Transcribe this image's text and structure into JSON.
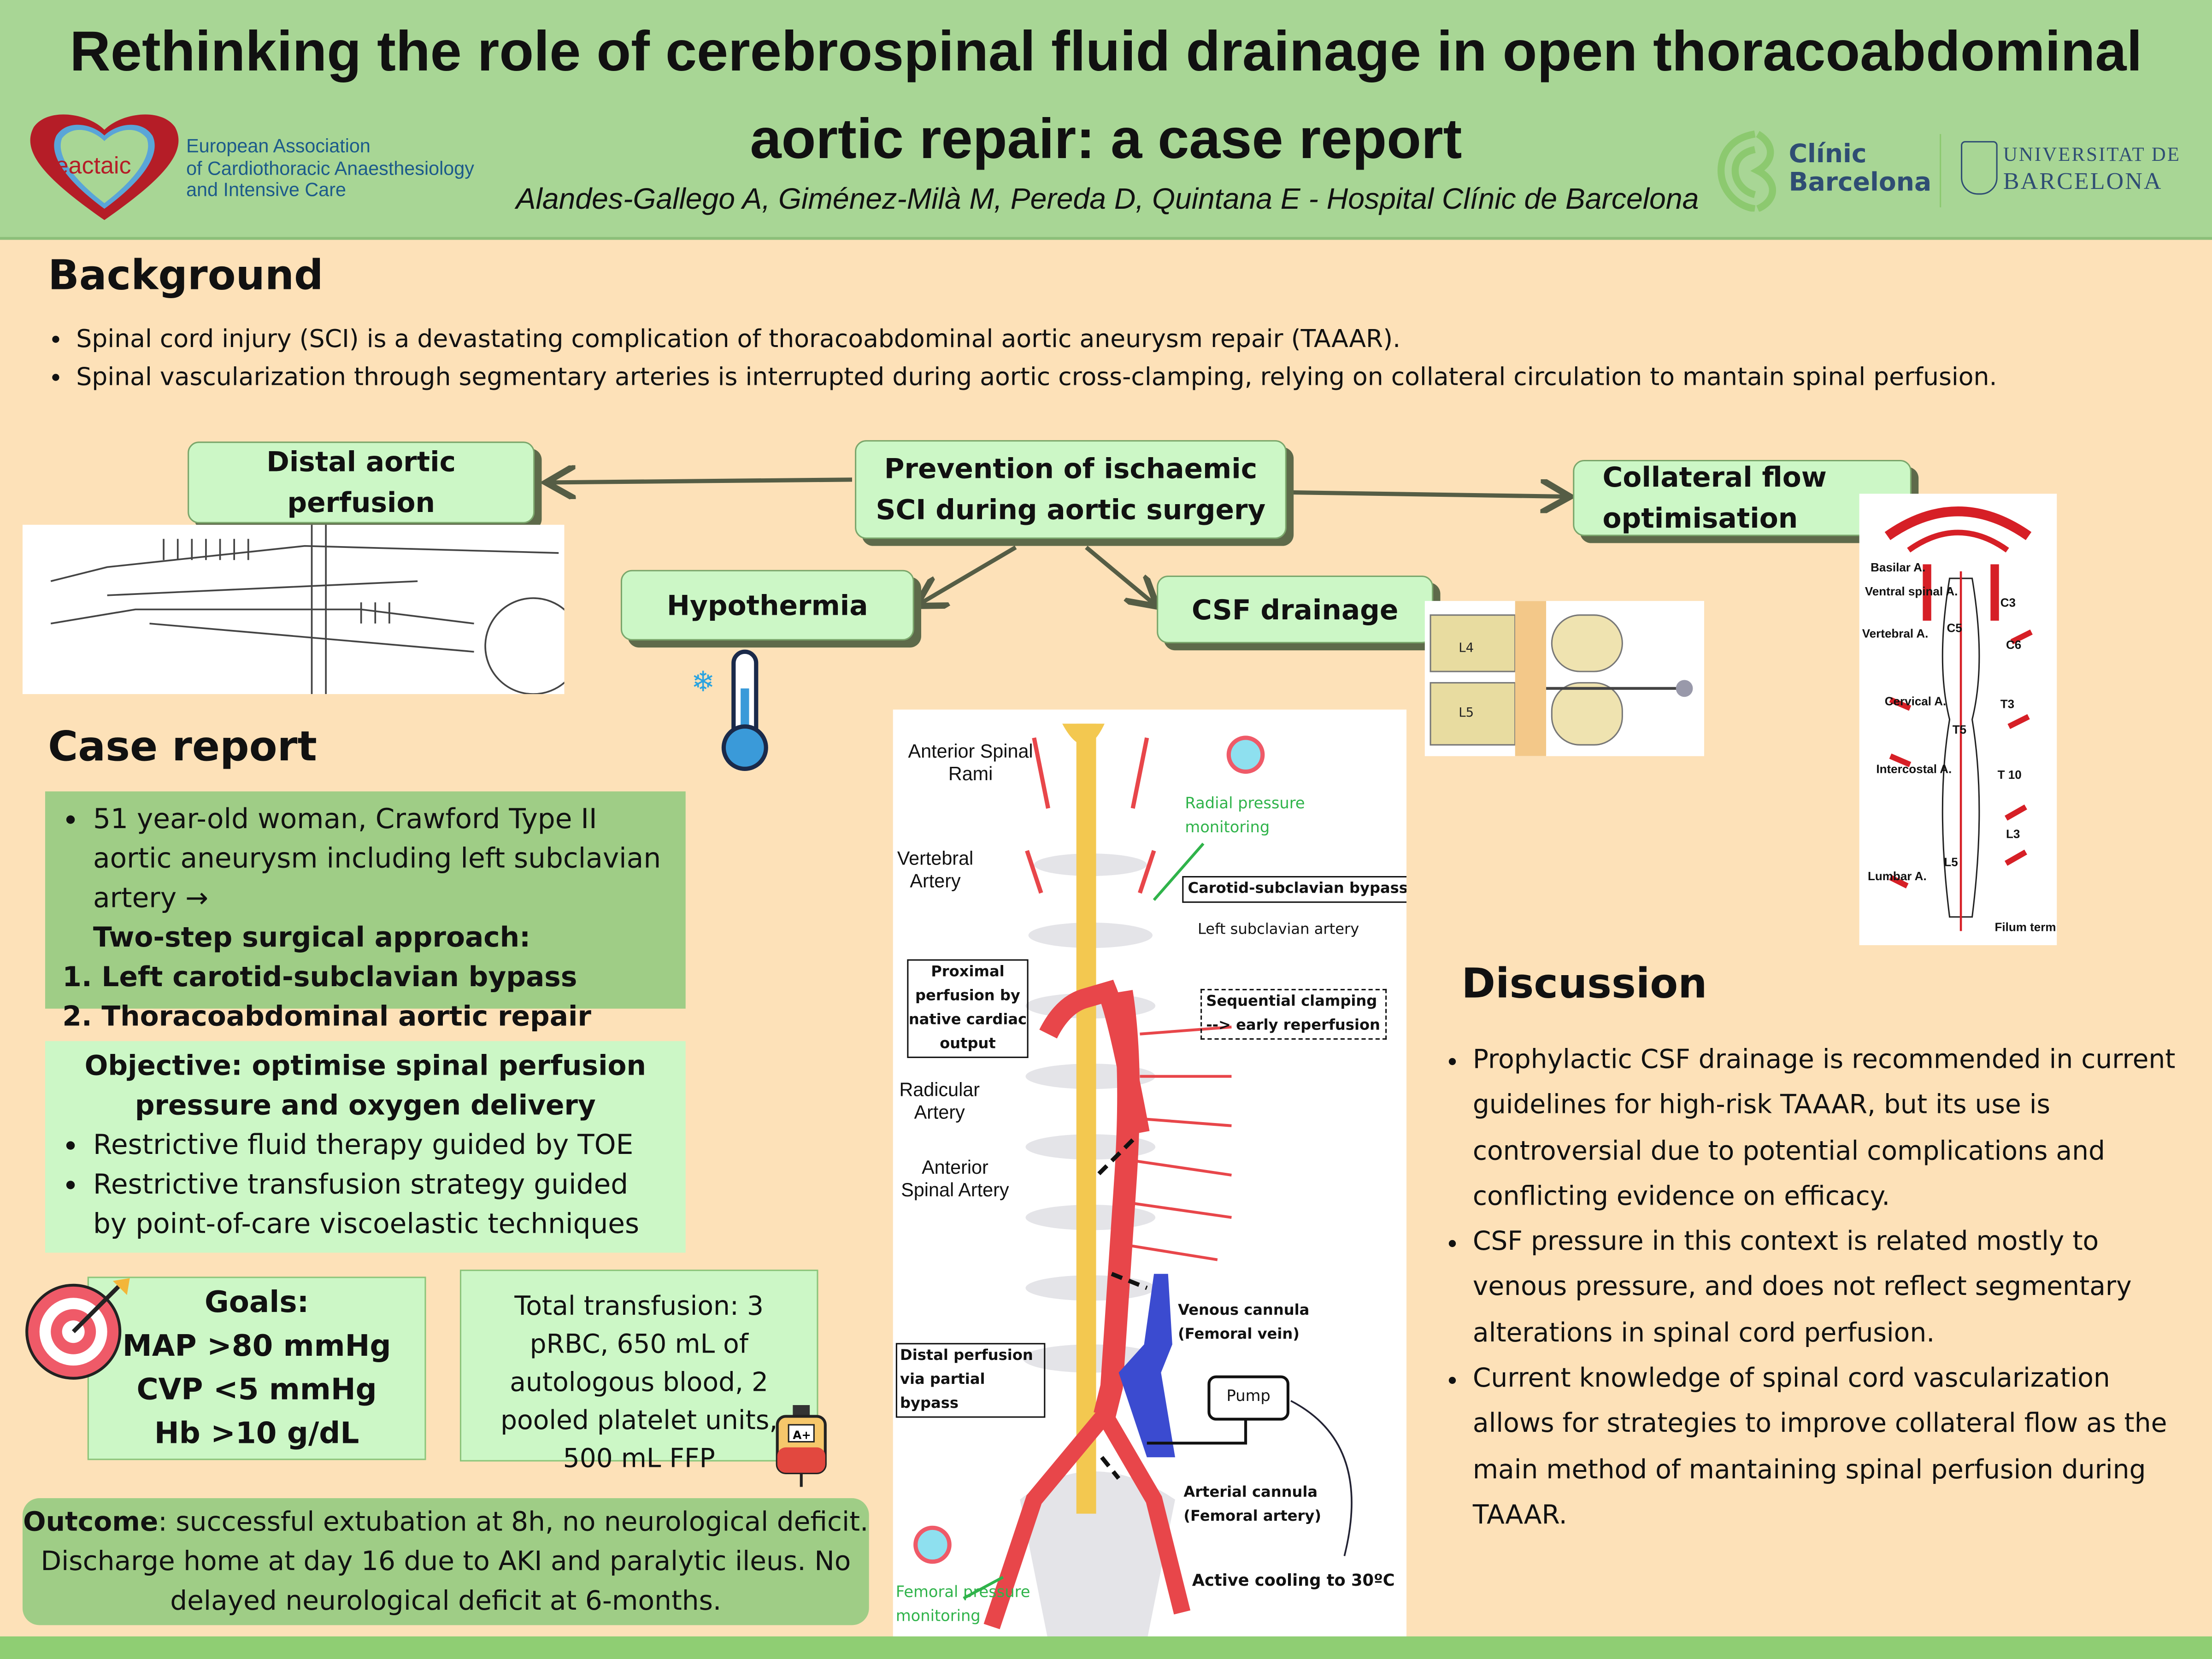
{
  "header": {
    "title": "Rethinking the role of cerebrospinal fluid drainage in open thoracoabdominal aortic repair: a case report",
    "authors": "Alandes-Gallego A, Giménez-Milà M, Pereda D, Quintana E - Hospital Clínic de Barcelona",
    "logos": {
      "eactaic_mark": "eactaic",
      "eactaic_lines": [
        "European Association",
        "of Cardiothoracic Anaesthesiology",
        "and Intensive Care"
      ],
      "clinic_lines": [
        "Clínic",
        "Barcelona"
      ],
      "ub_lines": [
        "UNIVERSITAT DE",
        "BARCELONA"
      ]
    }
  },
  "background": {
    "heading": "Background",
    "bullets": [
      "Spinal cord injury (SCI) is a devastating complication of thoracoabdominal aortic aneurysm repair (TAAAR).",
      "Spinal vascularization through segmentary arteries is interrupted during aortic cross-clamping, relying on collateral circulation to mantain spinal perfusion."
    ]
  },
  "flow": {
    "center": "Prevention of ischaemic SCI during aortic surgery",
    "distal": "Distal aortic perfusion",
    "hypothermia": "Hypothermia",
    "csf": "CSF drainage",
    "collateral": "Collateral flow optimisation",
    "csf_image_labels": [
      "L4",
      "L5"
    ],
    "spine_labels": [
      "Basilar A.",
      "Ventral spinal A.",
      "Vertebral A.",
      "Cervical A.",
      "Intercostal A.",
      "Lumbar A.",
      "Filum terminale",
      "C3",
      "C5",
      "C6",
      "T3",
      "T5",
      "T 10",
      "L3",
      "L5"
    ]
  },
  "case": {
    "heading": "Case report",
    "intro": "51 year-old woman, Crawford Type II aortic aneurysm including left subclavian artery →",
    "approach": "Two-step surgical approach:",
    "steps": [
      "Left carotid-subclavian bypass",
      "Thoracoabdominal aortic repair"
    ],
    "objective_title": "Objective: optimise spinal perfusion pressure and oxygen delivery",
    "objective_bullets": [
      "Restrictive fluid therapy guided by TOE",
      "Restrictive transfusion strategy guided by point-of-care viscoelastic techniques"
    ],
    "goals_title": "Goals:",
    "goals": [
      "MAP >80 mmHg",
      "CVP <5 mmHg",
      "Hb >10 g/dL"
    ],
    "transfusion": "Total transfusion: 3 pRBC, 650 mL of autologous blood, 2 pooled platelet units, 500 mL FFP",
    "outcome_label": "Outcome",
    "outcome_text": ": successful extubation at 8h, no neurological deficit. Discharge home at day 16 due to AKI and paralytic ileus. No delayed neurological deficit at 6-months."
  },
  "diagram": {
    "anterior_spinal_rami": "Anterior Spinal Rami",
    "vertebral_artery": "Vertebral Artery",
    "radicular_artery": "Radicular Artery",
    "anterior_spinal_artery": "Anterior Spinal Artery",
    "radial_monitoring": "Radial pressure monitoring",
    "carotid_bypass": "Carotid-subclavian bypass",
    "left_subclavian": "Left subclavian artery",
    "proximal_perfusion": "Proximal perfusion by native cardiac output",
    "sequential_clamping": "Sequential clamping --> early reperfusion",
    "venous_cannula": "Venous cannula (Femoral vein)",
    "pump": "Pump",
    "distal_perfusion": "Distal perfusion via partial bypass",
    "arterial_cannula": "Arterial cannula (Femoral artery)",
    "femoral_monitoring": "Femoral pressure monitoring",
    "active_cooling": "Active cooling to 30ºC"
  },
  "discussion": {
    "heading": "Discussion",
    "bullets": [
      "Prophylactic CSF drainage is recommended in current guidelines for high-risk TAAAR, but its use is controversial due to potential complications and conflicting evidence on efficacy.",
      "CSF pressure in this context is related mostly to venous pressure, and does not reflect segmentary alterations in spinal cord perfusion.",
      "Current knowledge of spinal cord vascularization allows for strategies to improve collateral flow as the main method of mantaining spinal perfusion during TAAAR."
    ]
  },
  "colors": {
    "header": "#a8d695",
    "background": "#fde1b8",
    "node": "#ccf7c6",
    "case_box": "#9fcd86",
    "artery": "#e8464a",
    "vein": "#3b4bd0",
    "monitor_green": "#2fb34a"
  }
}
